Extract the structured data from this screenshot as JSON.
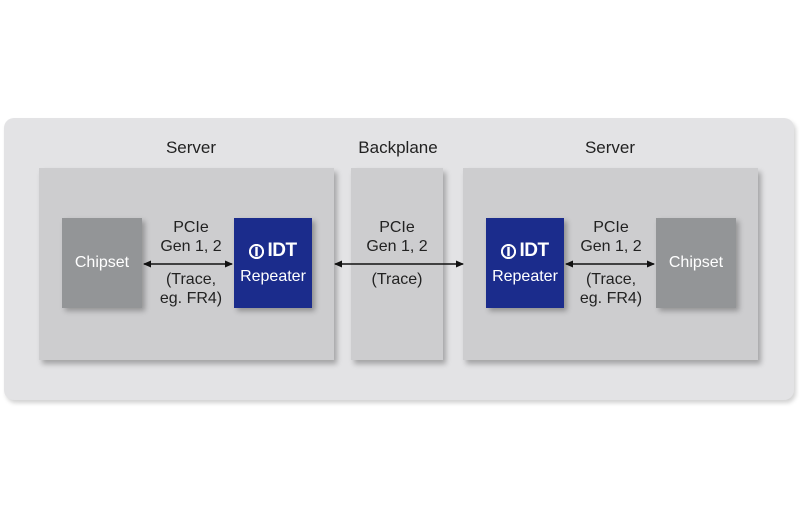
{
  "sections": {
    "left_server": "Server",
    "backplane": "Backplane",
    "right_server": "Server"
  },
  "left": {
    "chipset": "Chipset",
    "link": {
      "line1": "PCIe",
      "line2": "Gen 1, 2",
      "line3": "(Trace,",
      "line4": "eg. FR4)"
    },
    "repeater": {
      "logo": "IDT",
      "label": "Repeater"
    }
  },
  "backplane_link": {
    "line1": "PCIe",
    "line2": "Gen 1, 2",
    "line3": "(Trace)"
  },
  "right": {
    "repeater": {
      "logo": "IDT",
      "label": "Repeater"
    },
    "link": {
      "line1": "PCIe",
      "line2": "Gen 1, 2",
      "line3": "(Trace,",
      "line4": "eg. FR4)"
    },
    "chipset": "Chipset"
  },
  "colors": {
    "outer_bg": "#e3e3e5",
    "panel_bg": "#cdcdcf",
    "chipset_bg": "#939597",
    "repeater_bg": "#1b2c8c",
    "arrow": "#111111"
  }
}
